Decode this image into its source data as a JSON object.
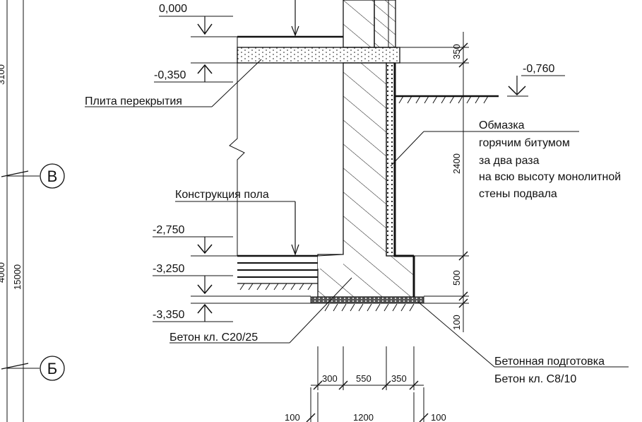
{
  "levels": {
    "l000": "0,000",
    "l0350": "-0,350",
    "l0760": "-0,760",
    "l2750": "-2,750",
    "l3250": "-3,250",
    "l3350": "-3,350"
  },
  "labels": {
    "slab": "Плита перекрытия",
    "floor": "Конструкция пола",
    "footing_concrete": "Бетон кл. С20/25",
    "prep_line1": "Бетонная подготовка",
    "prep_line2": "Бетон кл. С8/10",
    "coating": [
      "Обмазка",
      "горячим битумом",
      "за два раза",
      "на всю высоту монолитной",
      "стены подвала"
    ]
  },
  "dimensions": {
    "v350": "350",
    "v2400": "2400",
    "v500": "500",
    "v100": "100",
    "h300": "300",
    "h550": "550",
    "h350": "350",
    "h100a": "100",
    "h1200": "1200",
    "h100b": "100",
    "left_3100": "3100",
    "left_4000": "4000",
    "left_15000": "15000"
  },
  "axes": {
    "v": "В",
    "b": "Б"
  }
}
